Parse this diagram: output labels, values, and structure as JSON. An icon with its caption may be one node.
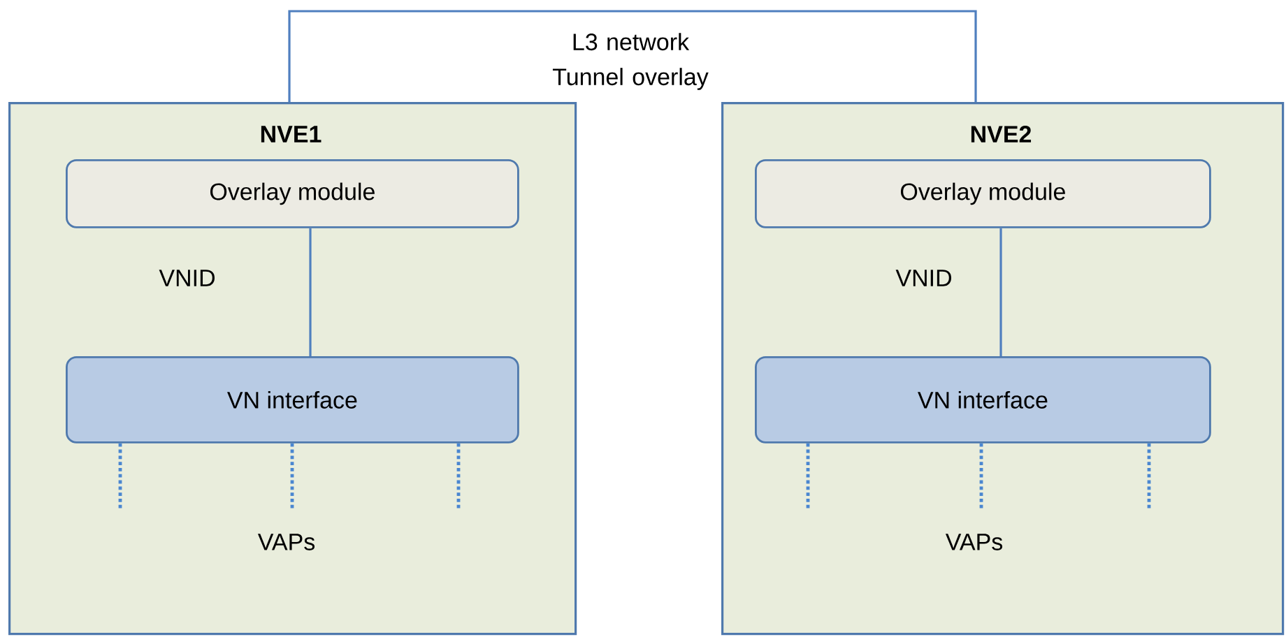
{
  "diagram": {
    "nodes": [
      {
        "text": [
          "NVE1"
        ]
      },
      {
        "text": [
          "Overlay module"
        ],
        "in": 0
      },
      {
        "text": [
          "VN interface"
        ],
        "in": 0
      },
      {
        "text": [
          "NVE2"
        ]
      },
      {
        "text": [
          "Overlay module"
        ],
        "in": 3
      },
      {
        "text": [
          "VN interface"
        ],
        "in": 3
      }
    ],
    "edges": [
      {
        "from": 0,
        "to": 3,
        "arrow": "none",
        "label": "L3 network Tunnel overlay"
      },
      {
        "from": 1,
        "to": 2,
        "arrow": "none",
        "label": "VNID"
      },
      {
        "from": 2,
        "to": null,
        "arrow": "none",
        "style": "dashed"
      },
      {
        "from": 2,
        "to": null,
        "arrow": "none",
        "style": "dashed"
      },
      {
        "from": 2,
        "to": null,
        "arrow": "none",
        "style": "dashed"
      },
      {
        "from": 4,
        "to": 5,
        "arrow": "none",
        "label": "VNID"
      },
      {
        "from": 5,
        "to": null,
        "arrow": "none",
        "style": "dashed"
      },
      {
        "from": 5,
        "to": null,
        "arrow": "none",
        "style": "dashed"
      },
      {
        "from": 5,
        "to": null,
        "arrow": "none",
        "style": "dashed"
      }
    ],
    "labels": [
      "VAPs",
      "VAPs"
    ]
  }
}
